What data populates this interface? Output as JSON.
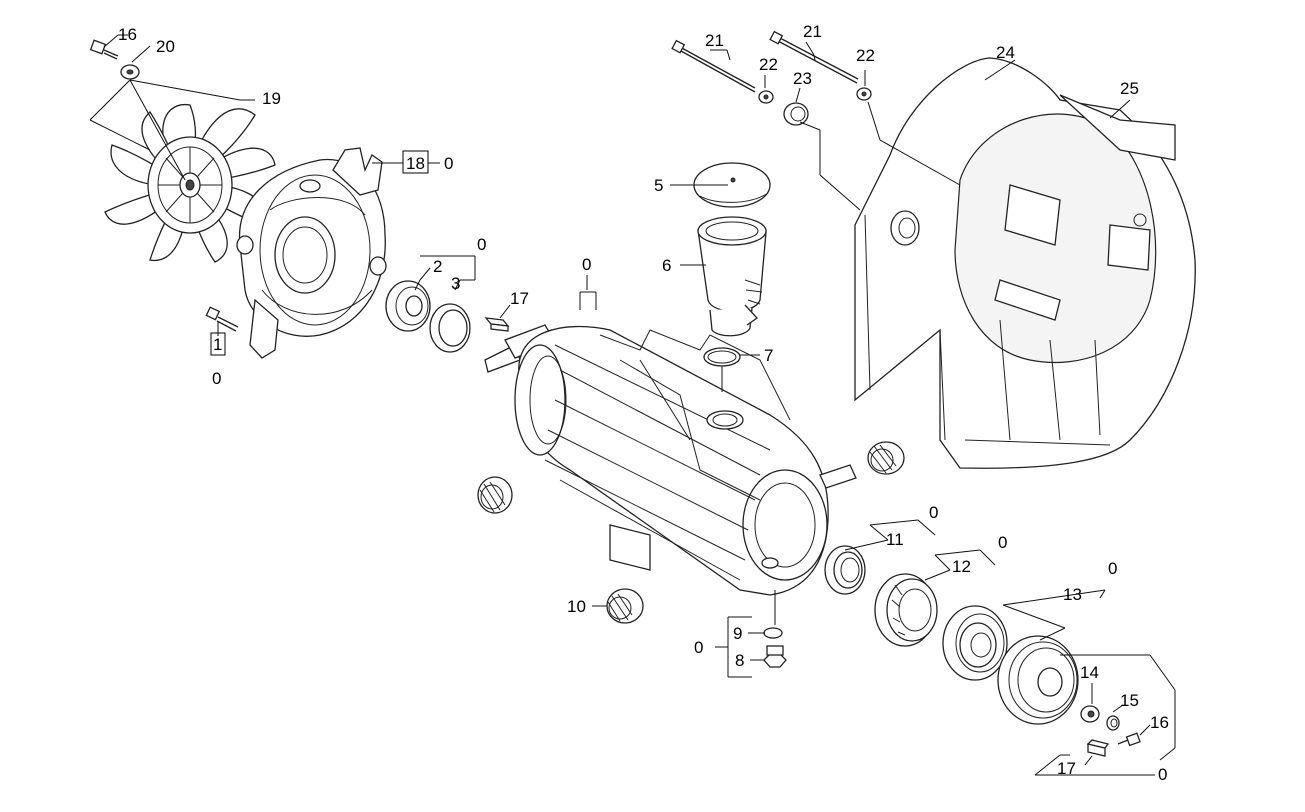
{
  "labels": {
    "l1": "1",
    "l1_group": "0",
    "l2": "2",
    "l3": "3",
    "l23_group": "0",
    "l5": "5",
    "l6": "6",
    "l7": "7",
    "l8": "8",
    "l9": "9",
    "l89_group": "0",
    "l10": "10",
    "l11": "11",
    "l11_group": "0",
    "l12": "12",
    "l12_group": "0",
    "l13": "13",
    "l13_group": "0",
    "l14": "14",
    "l15": "15",
    "l16a": "16",
    "l16b": "16",
    "l17a": "17",
    "l17b": "17",
    "l1417_group": "0",
    "l18": "18",
    "l18_group": "0",
    "l19": "19",
    "l20": "20",
    "l21a": "21",
    "l21b": "21",
    "l22a": "22",
    "l22b": "22",
    "l23": "23",
    "l24": "24",
    "l25": "25",
    "housing_group": "0"
  }
}
